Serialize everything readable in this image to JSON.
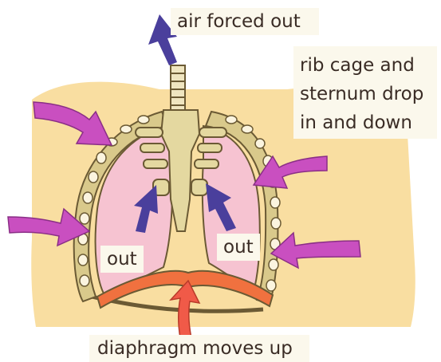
{
  "labels": {
    "air_forced_out": "air forced out",
    "rib_cage_line1": "rib cage and",
    "rib_cage_line2": "sternum drop",
    "rib_cage_line3": "in and down",
    "out_left": "out",
    "out_right": "out",
    "diaphragm": "diaphragm moves up"
  },
  "colors": {
    "body_background": "#f9dea1",
    "lung": "#f6c3d1",
    "lung_outline": "#6b5a34",
    "lung_band": "#d9c98b",
    "skeleton": "#e4d8a0",
    "diaphragm": "#f0713f",
    "purple_arrow": "#c94fc0",
    "navy_arrow": "#4a3f9c",
    "red_arrow": "#f05a48",
    "label_bg": "#fbf8ec"
  }
}
